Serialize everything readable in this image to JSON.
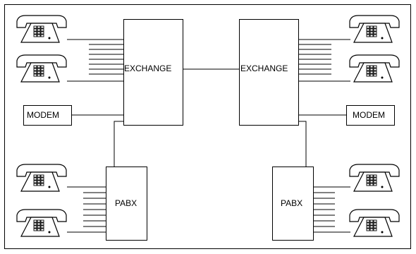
{
  "labels": {
    "exchange_left": "EXCHANGE",
    "exchange_right": "EXCHANGE",
    "modem_left": "MODEM",
    "modem_right": "MODEM",
    "pabx_left": "PABX",
    "pabx_right": "PABX"
  },
  "nodes": [
    {
      "id": "phone-tl-1",
      "kind": "telephone",
      "connects_to": "exchange-left"
    },
    {
      "id": "phone-tl-2",
      "kind": "telephone",
      "connects_to": "exchange-left"
    },
    {
      "id": "modem-left",
      "kind": "modem",
      "connects_to": "exchange-left"
    },
    {
      "id": "phone-bl-1",
      "kind": "telephone",
      "connects_to": "pabx-left"
    },
    {
      "id": "phone-bl-2",
      "kind": "telephone",
      "connects_to": "pabx-left"
    },
    {
      "id": "phone-tr-1",
      "kind": "telephone",
      "connects_to": "exchange-right"
    },
    {
      "id": "phone-tr-2",
      "kind": "telephone",
      "connects_to": "exchange-right"
    },
    {
      "id": "modem-right",
      "kind": "modem",
      "connects_to": "exchange-right"
    },
    {
      "id": "phone-br-1",
      "kind": "telephone",
      "connects_to": "pabx-right"
    },
    {
      "id": "phone-br-2",
      "kind": "telephone",
      "connects_to": "pabx-right"
    }
  ],
  "links": [
    {
      "from": "exchange-left",
      "to": "exchange-right"
    },
    {
      "from": "exchange-left",
      "to": "pabx-left"
    },
    {
      "from": "exchange-right",
      "to": "pabx-right"
    }
  ],
  "icons": [
    "telephone-icon",
    "keypad-icon"
  ],
  "colors": {
    "stroke": "#000000",
    "background": "#ffffff"
  }
}
